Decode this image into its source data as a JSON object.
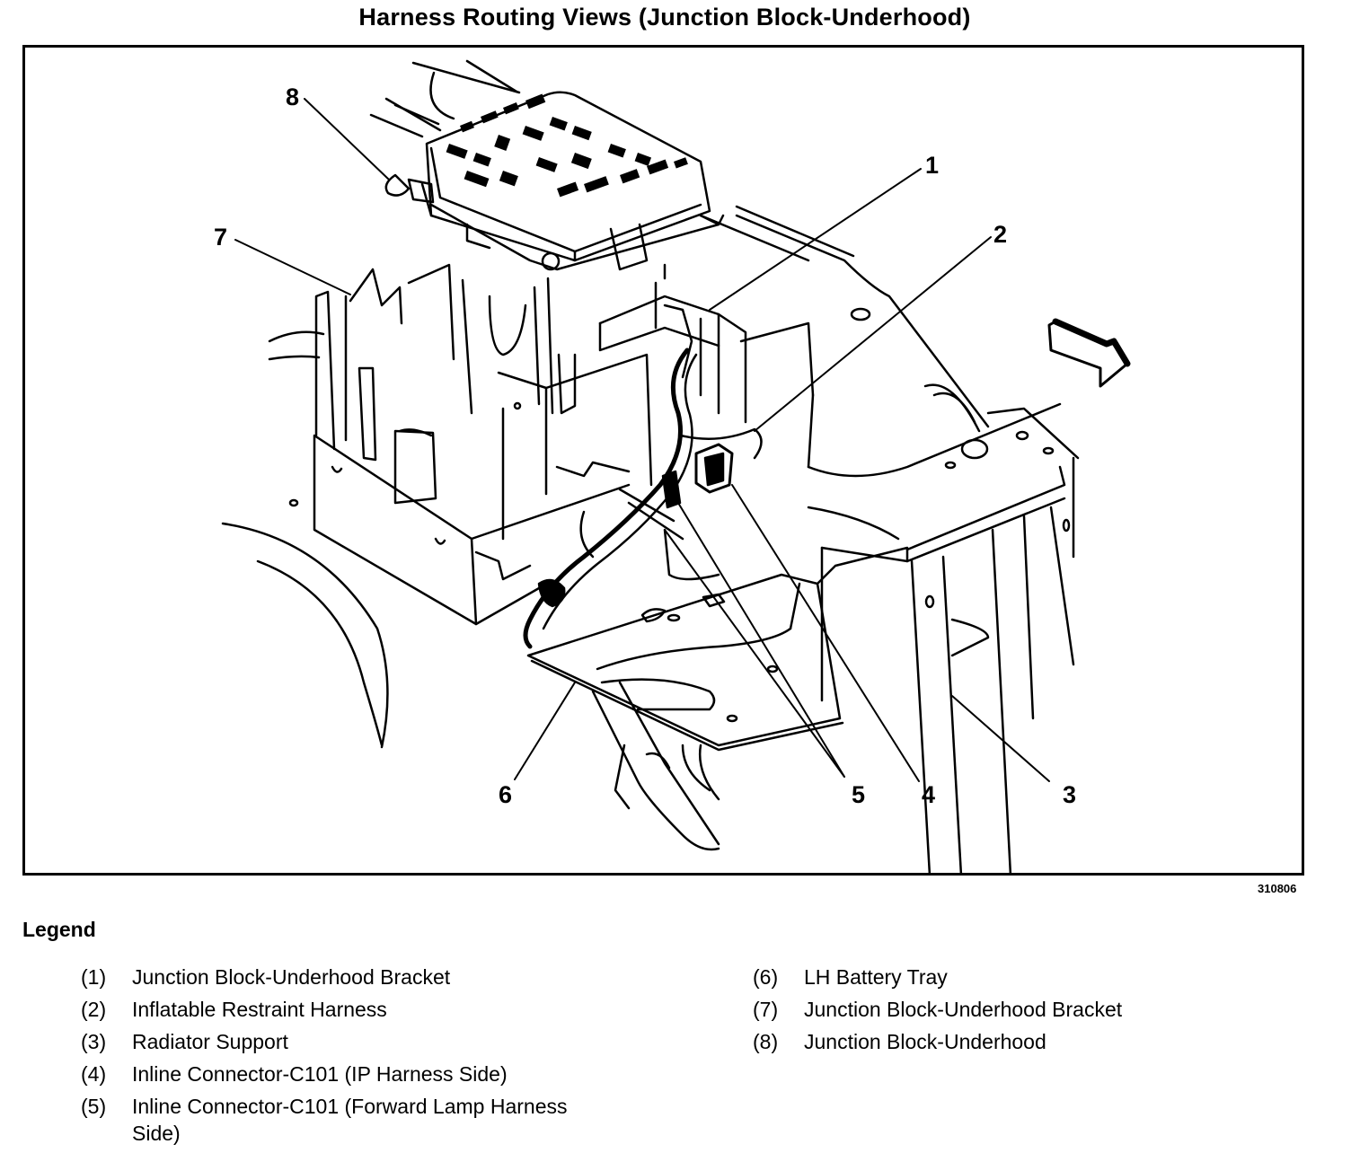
{
  "title": "Harness Routing Views (Junction Block-Underhood)",
  "figure_id": "310806",
  "legend": {
    "title": "Legend",
    "items": [
      {
        "num": "(1)",
        "label": "Junction Block-Underhood Bracket"
      },
      {
        "num": "(2)",
        "label": "Inflatable Restraint Harness"
      },
      {
        "num": "(3)",
        "label": "Radiator Support"
      },
      {
        "num": "(4)",
        "label": "Inline Connector-C101 (IP Harness Side)"
      },
      {
        "num": "(5)",
        "label": "Inline Connector-C101 (Forward Lamp Harness Side)"
      },
      {
        "num": "(6)",
        "label": "LH Battery Tray"
      },
      {
        "num": "(7)",
        "label": "Junction Block-Underhood Bracket"
      },
      {
        "num": "(8)",
        "label": "Junction Block-Underhood"
      }
    ]
  },
  "callouts": {
    "c1": "1",
    "c2": "2",
    "c3": "3",
    "c4": "4",
    "c5": "5",
    "c6": "6",
    "c7": "7",
    "c8": "8"
  },
  "icons": {
    "direction_arrow": "forward-arrow-icon"
  }
}
